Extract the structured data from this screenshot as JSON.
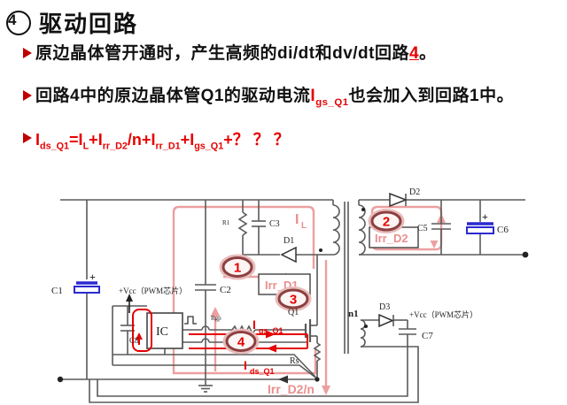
{
  "title": {
    "number": "4",
    "text": "驱动回路"
  },
  "bullets": [
    {
      "segments": [
        {
          "t": "原边晶体管开通时，产生高频的di/dt和dv/dt回路"
        },
        {
          "t": "4",
          "cls": "hl u"
        },
        {
          "t": "。"
        }
      ]
    },
    {
      "segments": [
        {
          "t": "回路4中的原边晶体管Q1的驱动电流"
        },
        {
          "t": "I",
          "sub": "gs_Q1",
          "cls": "hl"
        },
        {
          "t": "也会加入到回路1中。"
        }
      ]
    },
    {
      "segments": [
        {
          "t": "I",
          "sub": "ds_Q1",
          "cls": "hl"
        },
        {
          "t": "=",
          "cls": "hl"
        },
        {
          "t": "I",
          "sub": "L",
          "cls": "hl"
        },
        {
          "t": "+",
          "cls": "hl"
        },
        {
          "t": "I",
          "sub": "rr_D2",
          "cls": "hl"
        },
        {
          "t": "/n+",
          "cls": "hl"
        },
        {
          "t": "I",
          "sub": "rr_D1",
          "cls": "hl"
        },
        {
          "t": "+",
          "cls": "hl"
        },
        {
          "t": "I",
          "sub": "gs_Q1",
          "cls": "hl"
        },
        {
          "t": "+？ ？ ？",
          "cls": "hl"
        }
      ]
    }
  ],
  "circuit": {
    "components": {
      "C1": "C1",
      "C2": "C2",
      "C3": "C3",
      "C5": "C5",
      "C6": "C6",
      "C7": "C7",
      "C8": "C8",
      "R1": "R1",
      "Rgp": "Rgp",
      "Rs": "Rs",
      "D1": "D1",
      "D2": "D2",
      "D3": "D3",
      "Q1": "Q1",
      "IC": "IC",
      "n1": "n1",
      "plus1": "+",
      "plus2": "+"
    },
    "vcc_primary": "+Vcc（PWM芯片）",
    "vcc_aux": "+Vcc（PWM芯片）",
    "badges": [
      "1",
      "2",
      "3",
      "4"
    ],
    "currents": {
      "il": {
        "m": "I",
        "s": "L"
      },
      "irr_d1": "Irr_D1",
      "irr_d2": "Irr_D2",
      "irr_d2n": "Irr_D2/n",
      "igs": {
        "m": "I",
        "s": "gs_Q1"
      },
      "ids": {
        "m": "I",
        "s": "ds_Q1"
      }
    },
    "colors": {
      "accent_red": "#e60000",
      "loop_pink": "#ec9f9f",
      "label_pink": "#ea8f8f",
      "cap_blue": "#2a2ad0",
      "badge_ring": "#8d4040",
      "wire_gray": "#5a5a5a"
    }
  }
}
